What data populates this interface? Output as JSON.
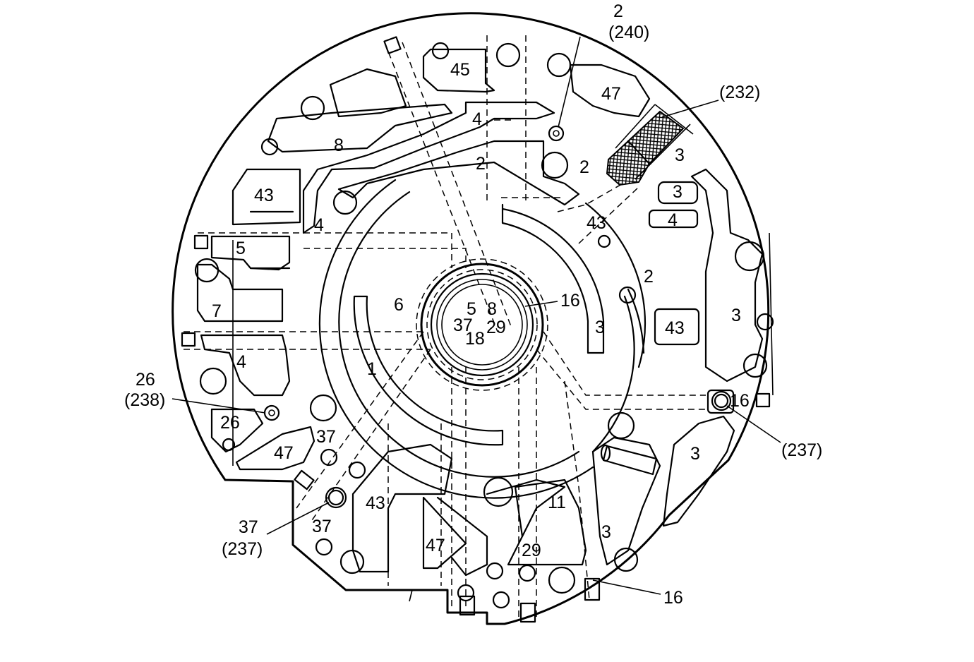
{
  "passage_labels": {
    "p45": "45",
    "p47_top": "47",
    "p8_top": "8",
    "p4_top": "4",
    "p2_a": "2",
    "p2_b": "2",
    "p3_a": "3",
    "p3_b": "3",
    "p4_right": "4",
    "p43_left": "43",
    "p4_left": "4",
    "p43_mid": "43",
    "p5_left": "5",
    "p2_c": "2",
    "p7": "7",
    "p3_right": "3",
    "p43_right": "43",
    "p3_mid": "3",
    "p6": "6",
    "p5_hub": "5",
    "p8_hub": "8",
    "p37_hub": "37",
    "p29_hub": "29",
    "p18_hub": "18",
    "p4_low": "4",
    "p1": "1",
    "p26": "26",
    "p47_left": "47",
    "p37_a": "37",
    "p3_low": "3",
    "p11": "11",
    "p43_low": "43",
    "p37_b": "37",
    "p3_bottom": "3",
    "p47_bottom": "47",
    "p29_bottom": "29"
  },
  "callouts": {
    "c2": "2",
    "c240": "(240)",
    "c232": "(232)",
    "c16_hub": "16",
    "c26": "26",
    "c238": "(238)",
    "c16_right": "16",
    "c237_right": "(237)",
    "c37": "37",
    "c237_left": "(237)",
    "c16_bottom": "16"
  }
}
